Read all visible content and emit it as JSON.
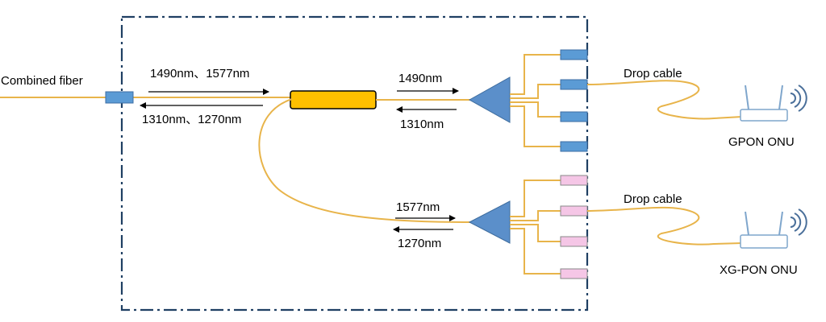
{
  "labels": {
    "combined_fiber": "Combined fiber",
    "top_downstream": "1490nm、1577nm",
    "top_upstream": "1310nm、1270nm",
    "gpon_down": "1490nm",
    "gpon_up": "1310nm",
    "xgpon_down": "1577nm",
    "xgpon_up": "1270nm",
    "drop_cable_top": "Drop cable",
    "drop_cable_bottom": "Drop cable",
    "gpon_onu": "GPON ONU",
    "xgpon_onu": "XG-PON ONU"
  },
  "colors": {
    "fiber": "#e8b44a",
    "cabinet_border": "#1f3f63",
    "wdm_fill": "#ffc000",
    "splitter_fill": "#5b8fca",
    "gpon_port": "#5b9bd5",
    "xgpon_port": "#f5c6e6",
    "arrow": "#000000",
    "onu_outline": "#7fa6cc",
    "wifi": "#4a6f9a"
  }
}
